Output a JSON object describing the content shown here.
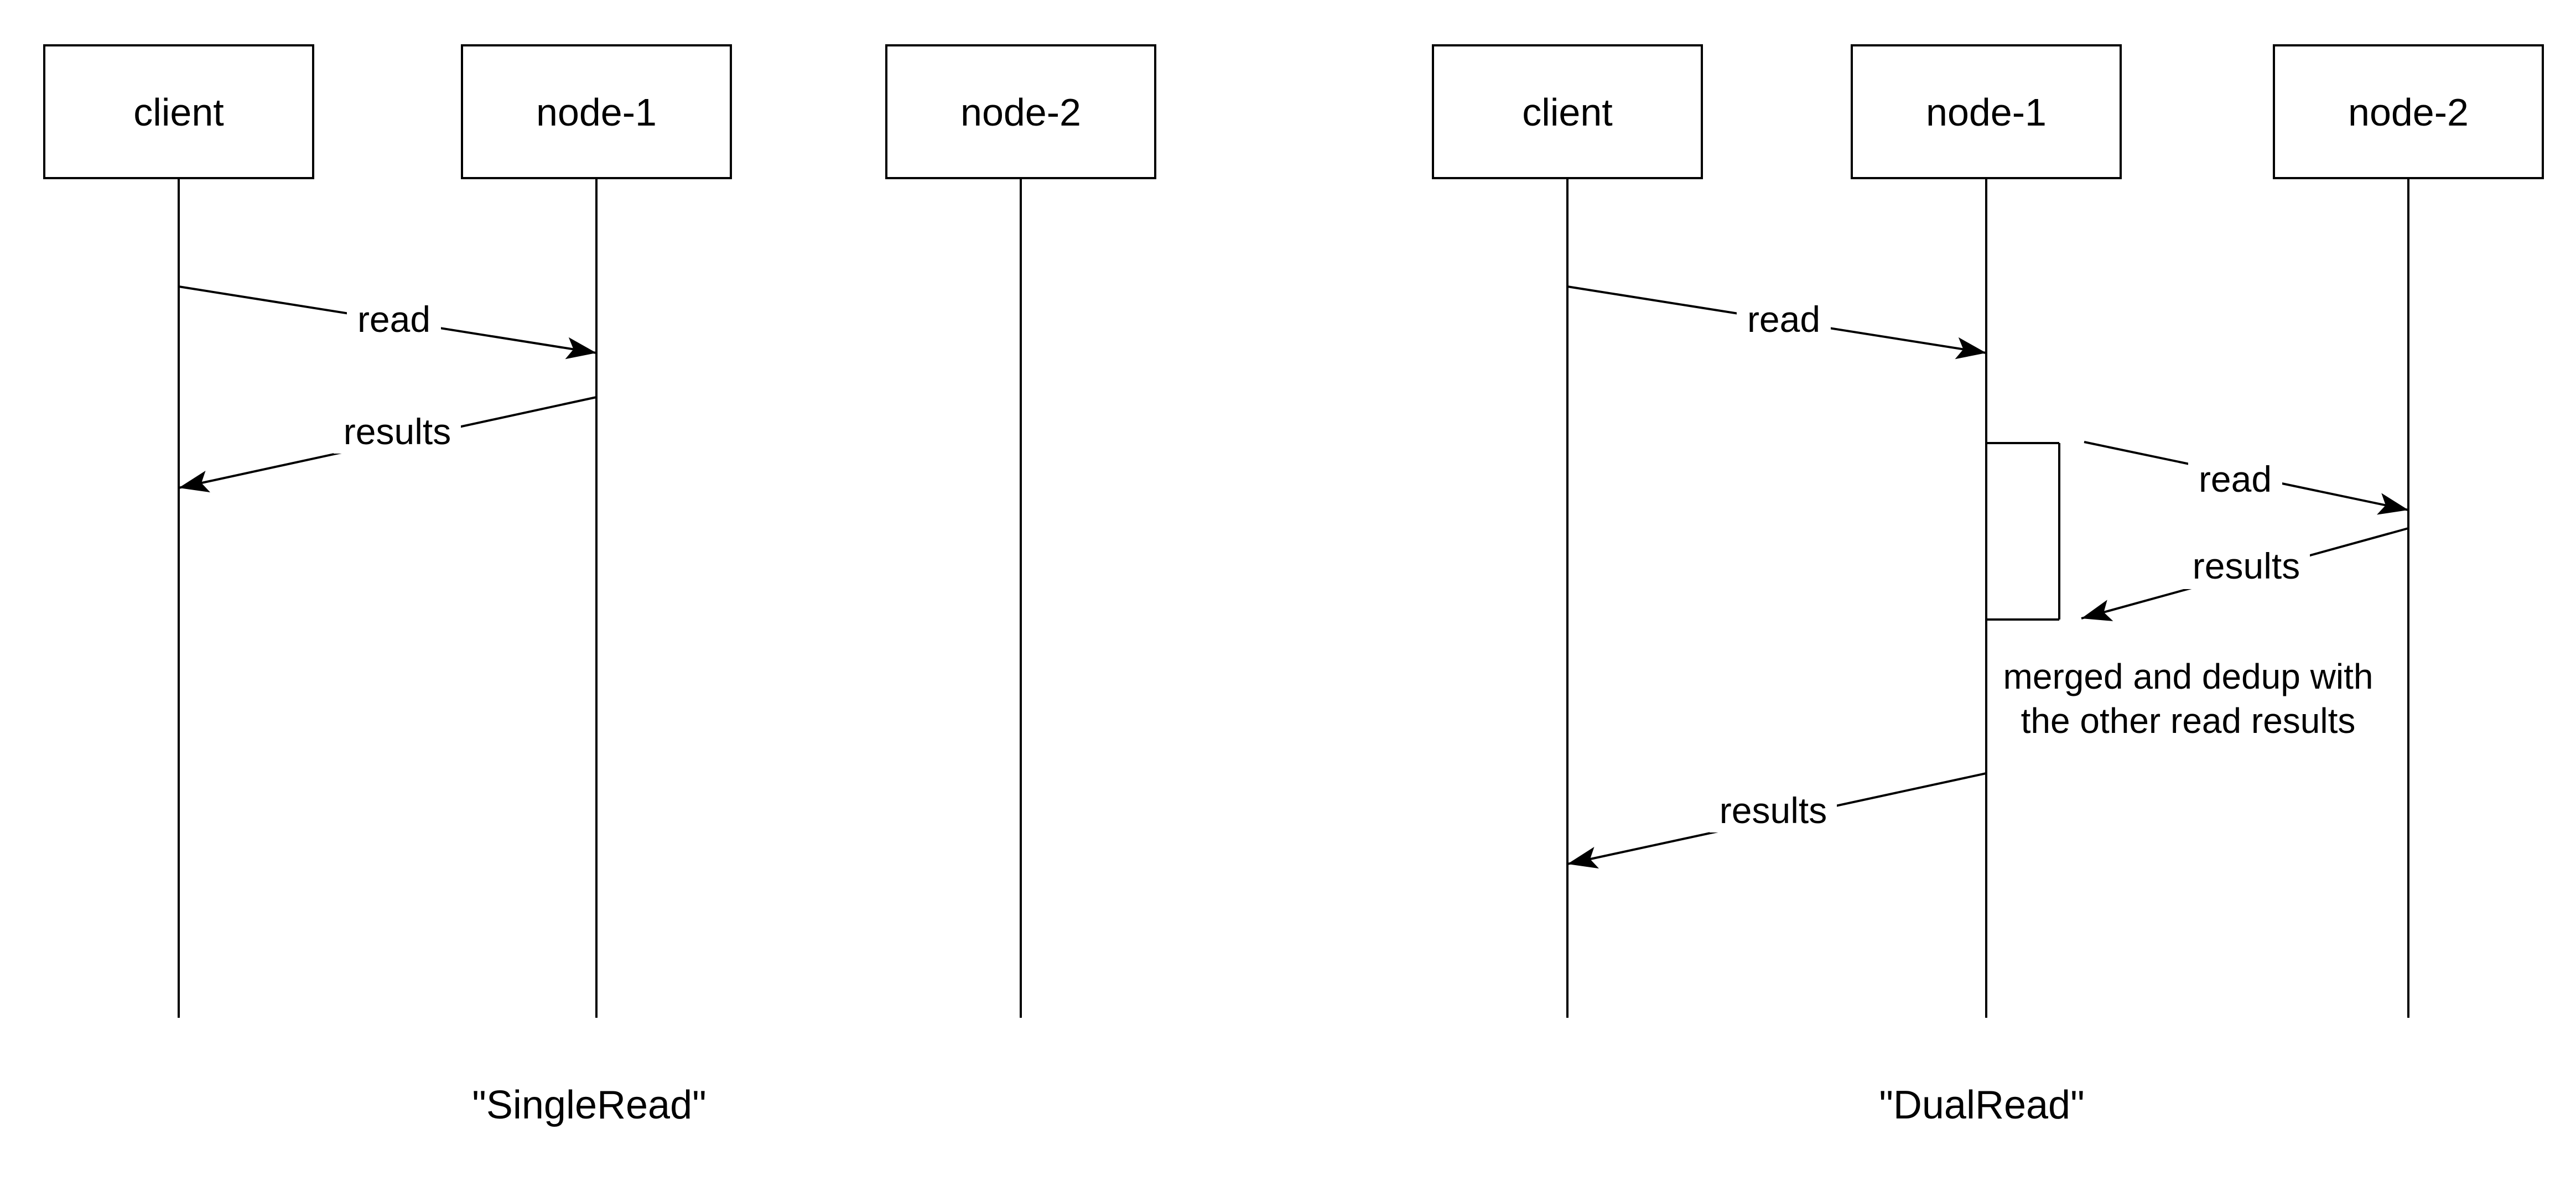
{
  "page": {
    "background_color": "#ffffff",
    "ink_color": "#000000"
  },
  "diagrams": [
    {
      "id": "single-read",
      "caption": "\"SingleRead\"",
      "actors": [
        {
          "label": "client"
        },
        {
          "label": "node-1"
        },
        {
          "label": "node-2"
        }
      ],
      "messages": [
        {
          "label": "read",
          "from": "client",
          "to": "node-1"
        },
        {
          "label": "results",
          "from": "node-1",
          "to": "client"
        }
      ]
    },
    {
      "id": "dual-read",
      "caption": "\"DualRead\"",
      "actors": [
        {
          "label": "client"
        },
        {
          "label": "node-1"
        },
        {
          "label": "node-2"
        }
      ],
      "messages": [
        {
          "label": "read",
          "from": "client",
          "to": "node-1"
        },
        {
          "label": "read",
          "from": "node-1",
          "to": "node-2"
        },
        {
          "label": "results",
          "from": "node-2",
          "to": "node-1"
        },
        {
          "label": "results",
          "from": "node-1",
          "to": "client"
        }
      ],
      "note": {
        "lines": [
          "merged and dedup with",
          "the other read results"
        ]
      }
    }
  ]
}
